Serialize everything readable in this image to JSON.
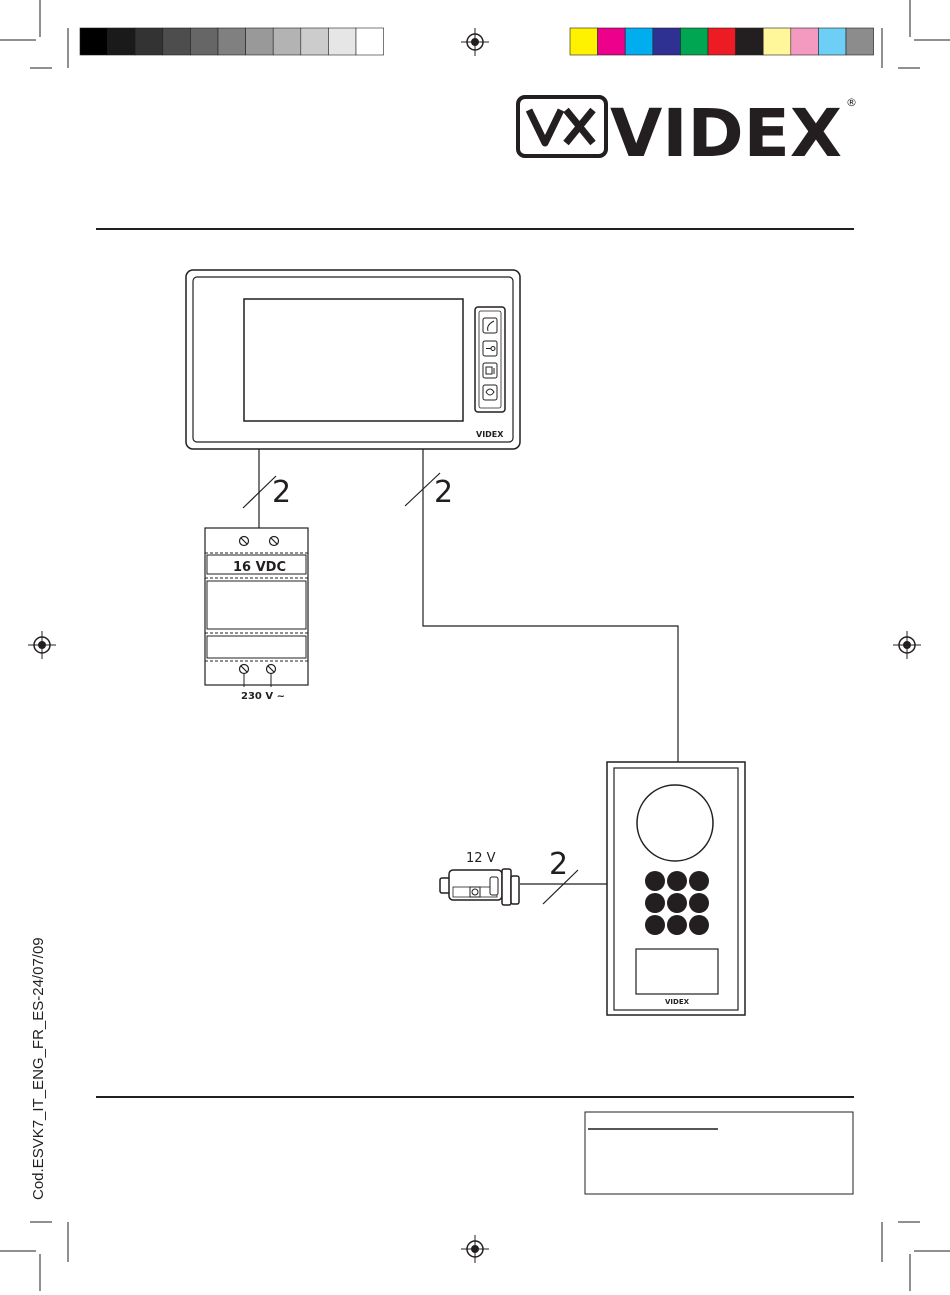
{
  "header": {
    "brand": "VIDEX",
    "registered_mark": "®",
    "color_bar": {
      "grayscale": [
        "#000000",
        "#1a1a1a",
        "#333333",
        "#4d4d4d",
        "#666666",
        "#808080",
        "#999999",
        "#b3b3b3",
        "#cccccc",
        "#e6e6e6",
        "#ffffff"
      ],
      "process": [
        "#fff200",
        "#ec008c",
        "#00aeef",
        "#2e3192",
        "#00a651",
        "#ed1c24",
        "#231f20",
        "#fff799",
        "#f49ac1",
        "#6dcff6",
        "#8c8c8c"
      ]
    }
  },
  "diagram": {
    "monitor": {
      "brand": "VIDEX",
      "buttons": [
        "handset-icon",
        "key-icon",
        "camera-icon",
        "menu-icon"
      ]
    },
    "power_supply": {
      "output": "16 VDC",
      "input": "230 V ~"
    },
    "lock": {
      "voltage": "12 V"
    },
    "panel": {
      "brand": "VIDEX"
    },
    "wire_counts": {
      "monitor_psu": "2",
      "monitor_panel": "2",
      "lock_panel": "2"
    }
  },
  "footer": {
    "document_code": "Cod.ESVK7_IT_ENG_FR_ES-24/07/09"
  },
  "colors": {
    "ink": "#231f20"
  }
}
